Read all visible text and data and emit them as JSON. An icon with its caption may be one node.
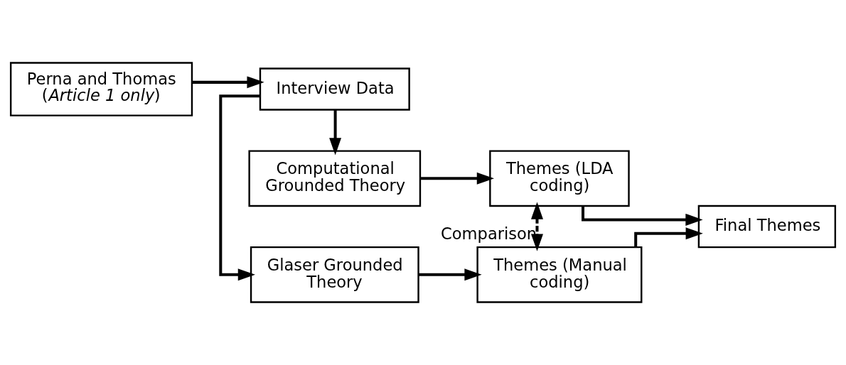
{
  "diagram": {
    "nodes": [
      {
        "text": [
          "Perna and Thomas (*Article 1 only*)"
        ]
      },
      {
        "text": [
          "Interview Data"
        ]
      },
      {
        "text": [
          "Computational Grounded Theory"
        ]
      },
      {
        "text": [
          "Glaser Grounded Theory"
        ]
      },
      {
        "text": [
          "Themes (LDA coding)"
        ]
      },
      {
        "text": [
          "Themes (Manual coding)"
        ]
      },
      {
        "text": [
          "Final Themes"
        ]
      }
    ],
    "edges": [
      {
        "from": 0,
        "to": 1,
        "arrow": "to"
      },
      {
        "from": 1,
        "to": 2,
        "arrow": "to"
      },
      {
        "from": 1,
        "to": 3,
        "arrow": "to"
      },
      {
        "from": 2,
        "to": 4,
        "arrow": "to"
      },
      {
        "from": 3,
        "to": 5,
        "arrow": "to"
      },
      {
        "from": 4,
        "to": 6,
        "arrow": "to"
      },
      {
        "from": 5,
        "to": 6,
        "arrow": "to"
      },
      {
        "from": 4,
        "to": 5,
        "arrow": "both",
        "style": "dashed",
        "label": "Comparison"
      }
    ]
  }
}
